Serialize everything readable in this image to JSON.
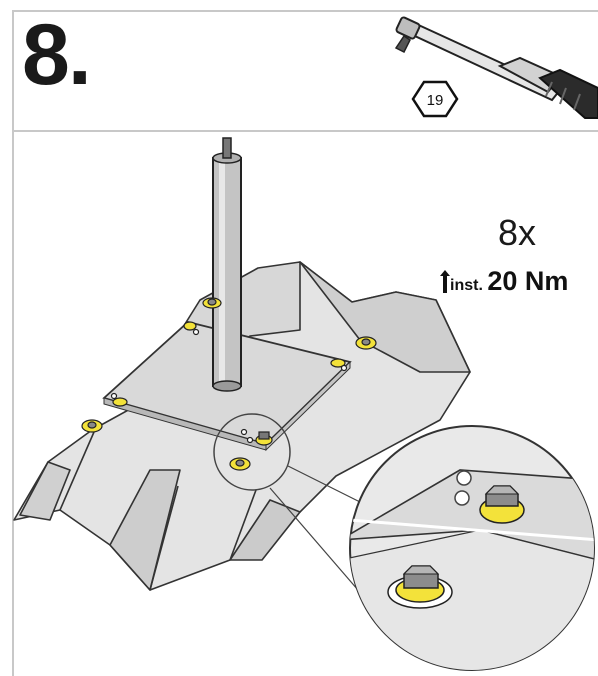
{
  "step": {
    "number": "8."
  },
  "tool": {
    "icon": "torque-wrench-icon",
    "socket_size": "19"
  },
  "instruction": {
    "count": "8x",
    "torque_prefix": "inst.",
    "torque_value": "20 Nm"
  },
  "colors": {
    "frame": "#c8c8c8",
    "metal": "#dcdcdc",
    "washer": "#f3e23a",
    "line": "#222222"
  }
}
